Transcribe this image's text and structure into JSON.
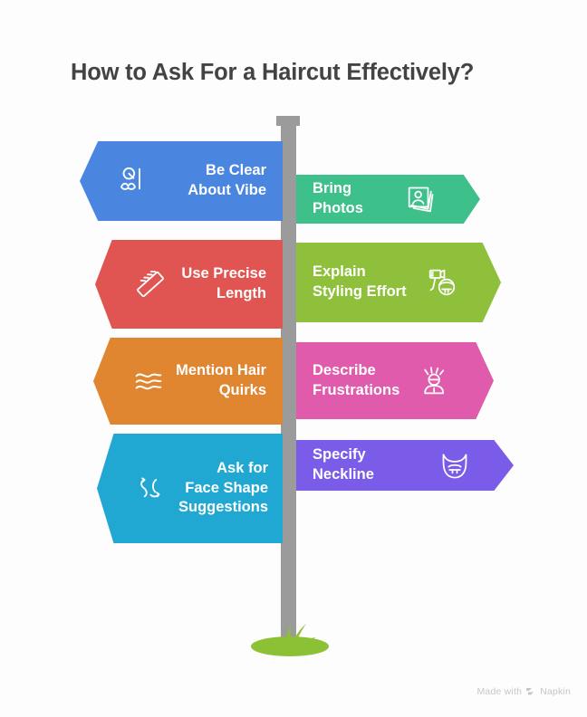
{
  "page": {
    "title": "How to Ask For a Haircut Effectively?",
    "background_color": "#fdfdfd",
    "title_color": "#434343"
  },
  "signpost": {
    "post_color": "#9b9b9b",
    "grass_color": "#8cc035"
  },
  "signs_left": [
    {
      "label": "Be Clear About Vibe",
      "color": "#4a86e0",
      "icon": "mustache-monocle-icon",
      "side": "left"
    },
    {
      "label": "Use Precise Length",
      "color": "#e05551",
      "icon": "ruler-icon",
      "side": "left"
    },
    {
      "label": "Mention Hair Quirks",
      "color": "#e08631",
      "icon": "wavy-lines-icon",
      "side": "left"
    },
    {
      "label": "Ask for Face Shape Suggestions",
      "color": "#20a8d3",
      "icon": "face-shape-icon",
      "side": "left"
    }
  ],
  "signs_right": [
    {
      "label": "Bring Photos",
      "color": "#3ec08a",
      "icon": "photo-stack-icon",
      "side": "right"
    },
    {
      "label": "Explain Styling Effort",
      "color": "#8fc03b",
      "icon": "hairdryer-brush-icon",
      "side": "right"
    },
    {
      "label": "Describe Frustrations",
      "color": "#e05bac",
      "icon": "frustrated-person-icon",
      "side": "right"
    },
    {
      "label": "Specify Neckline",
      "color": "#7a5ce8",
      "icon": "beard-neckline-icon",
      "side": "right"
    }
  ],
  "watermark": {
    "text_before": "Made with",
    "brand": "Napkin",
    "logo_icon": "napkin-chevrons-logo",
    "color": "#c6c6c6"
  }
}
